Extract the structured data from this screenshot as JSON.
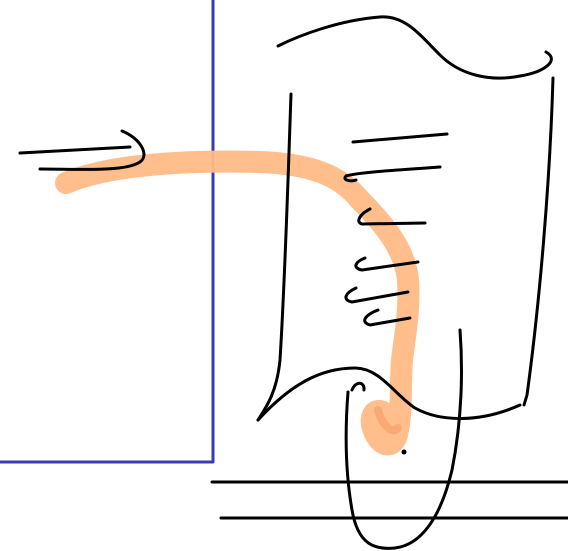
{
  "canvas": {
    "background": "#ffffff"
  },
  "colors": {
    "ink": "#000000",
    "frame": "#3a3ab8",
    "highlight": "#ffba85",
    "highlight_dark": "#f7a56e"
  },
  "elements": {
    "frame": "blue-rectangle-frame",
    "arrow": "black-arrow-stroke",
    "highlight": "orange-highlighter-path",
    "container": "open-container-sketch",
    "lines": "ruled-lines",
    "loop": "bottom-loop"
  }
}
